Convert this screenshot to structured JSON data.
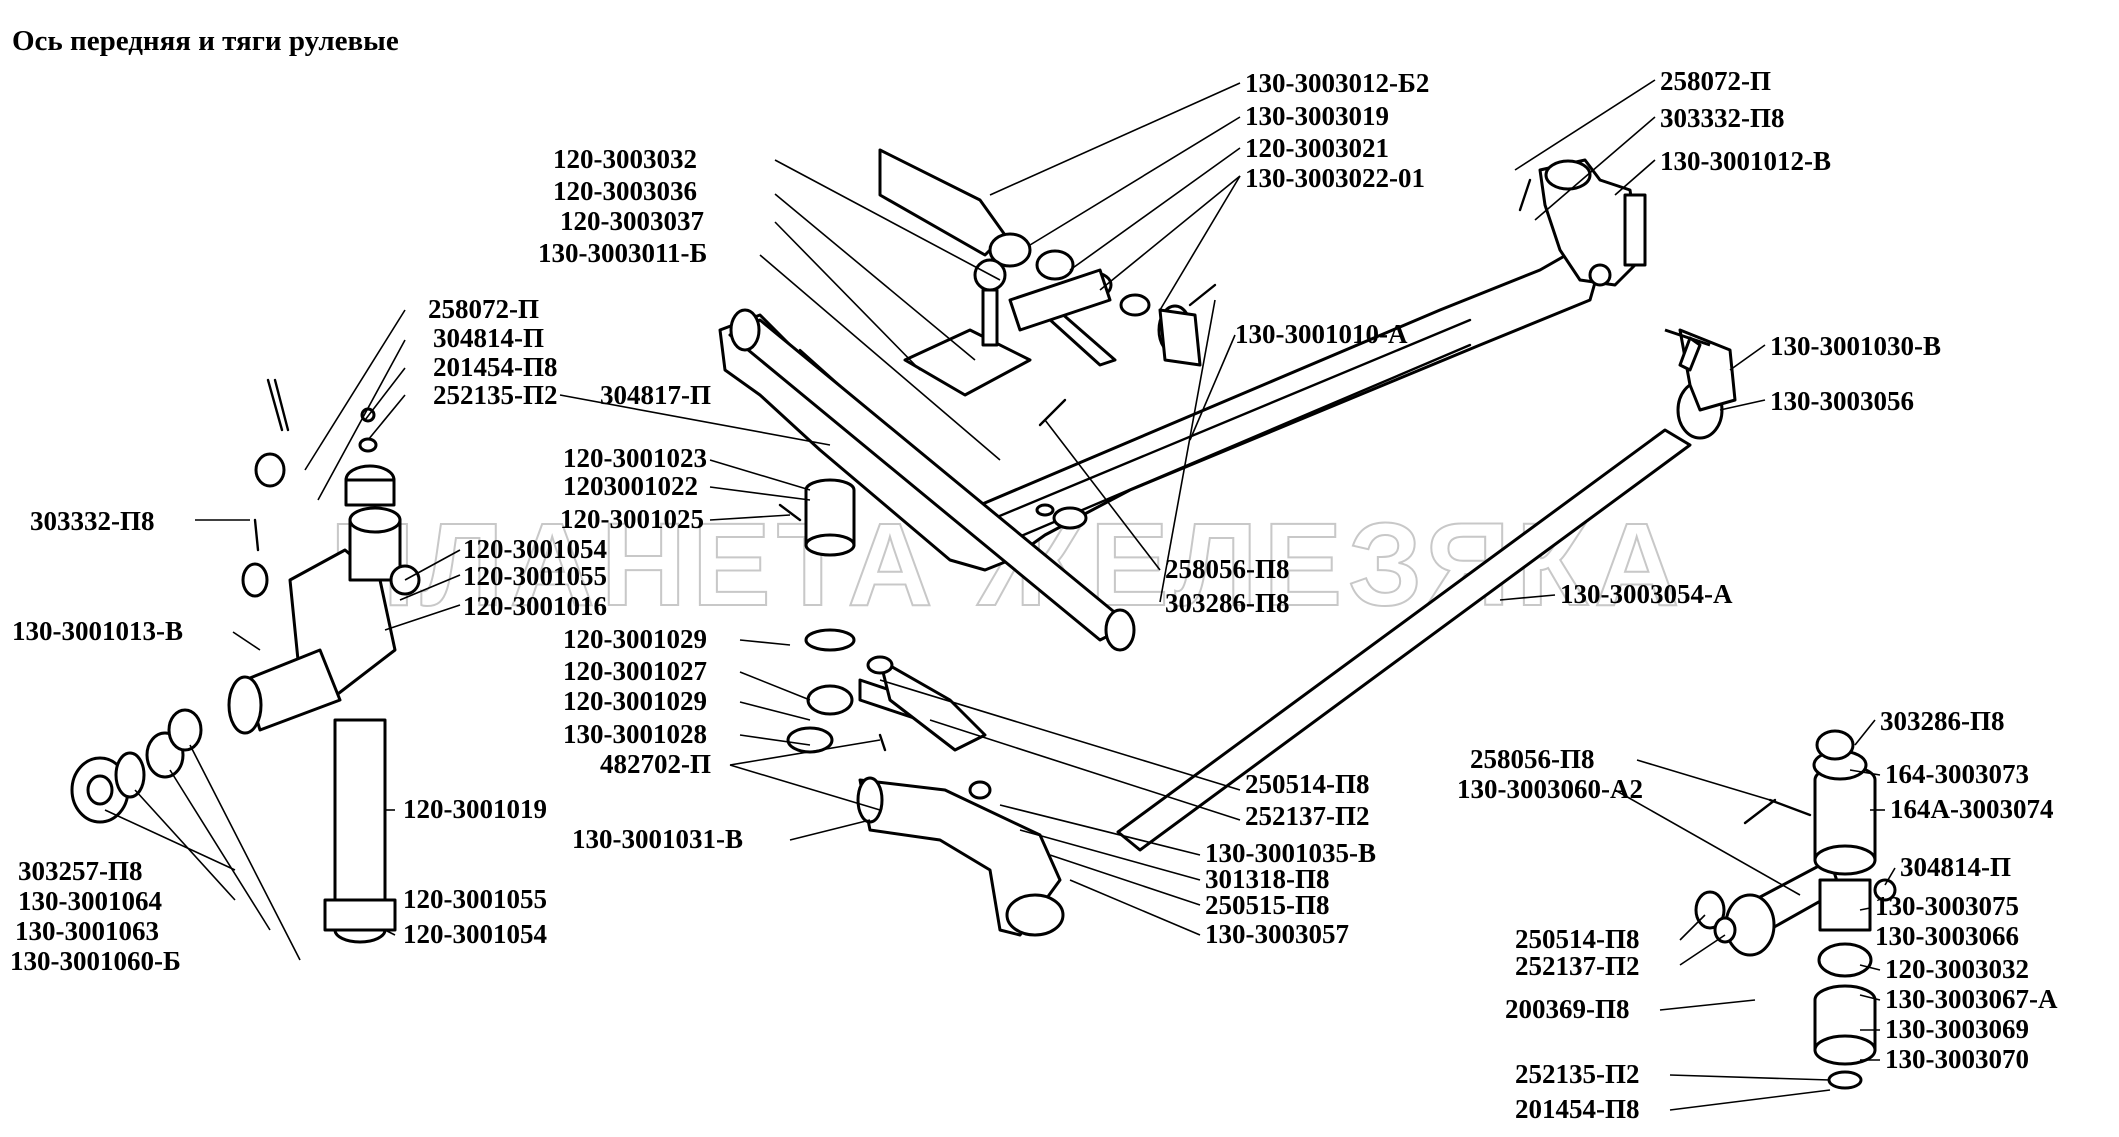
{
  "title": "Ось передняя и тяги рулевые",
  "watermark": "ПЛАНЕТА ЖЕЛЕЗЯКА",
  "labels": {
    "l_130_3003012_b2": "130-3003012-Б2",
    "l_130_3003019": "130-3003019",
    "l_120_3003021": "120-3003021",
    "l_130_3003022_01": "130-3003022-01",
    "l_120_3003032_top": "120-3003032",
    "l_120_3003036": "120-3003036",
    "l_120_3003037": "120-3003037",
    "l_130_3003011_b": "130-3003011-Б",
    "l_258072_p_top": "258072-П",
    "l_303332_p8_top": "303332-П8",
    "l_130_3001012_v": "130-3001012-В",
    "l_130_3001010_a": "130-3001010-А",
    "l_130_3001030_v": "130-3001030-В",
    "l_130_3003056": "130-3003056",
    "l_258072_p_left": "258072-П",
    "l_304814_p_left": "304814-П",
    "l_201454_p8_left": "201454-П8",
    "l_252135_p2_left": "252135-П2",
    "l_303332_p8_left": "303332-П8",
    "l_304817_p": "304817-П",
    "l_120_3001023": "120-3001023",
    "l_1203001022": "1203001022",
    "l_120_3001025": "120-3001025",
    "l_120_3001054_mid": "120-3001054",
    "l_120_3001055_mid": "120-3001055",
    "l_120_3001016": "120-3001016",
    "l_258056_p8_mid": "258056-П8",
    "l_303286_p8_mid": "303286-П8",
    "l_130_3003054_a": "130-3003054-А",
    "l_130_3001013_v": "130-3001013-В",
    "l_120_3001029_a": "120-3001029",
    "l_120_3001027": "120-3001027",
    "l_120_3001029_b": "120-3001029",
    "l_130_3001028": "130-3001028",
    "l_482702_p": "482702-П",
    "l_250514_p8_mid": "250514-П8",
    "l_252137_p2_mid": "252137-П2",
    "l_120_3001019": "120-3001019",
    "l_130_3001031_v": "130-3001031-В",
    "l_130_3001035_v": "130-3001035-В",
    "l_301318_p8": "301318-П8",
    "l_250515_p8": "250515-П8",
    "l_130_3003057": "130-3003057",
    "l_120_3001055_bot": "120-3001055",
    "l_120_3001054_bot": "120-3001054",
    "l_303257_p8": "303257-П8",
    "l_130_3001064": "130-3001064",
    "l_130_3001063": "130-3001063",
    "l_130_3001060_b": "130-3001060-Б",
    "l_303286_p8_right": "303286-П8",
    "l_258056_p8_right": "258056-П8",
    "l_164_3003073": "164-3003073",
    "l_130_3003060_a2": "130-3003060-А2",
    "l_164a_3003074": "164А-3003074",
    "l_304814_p_right": "304814-П",
    "l_130_3003075": "130-3003075",
    "l_130_3003066": "130-3003066",
    "l_250514_p8_right": "250514-П8",
    "l_252137_p2_right": "252137-П2",
    "l_120_3003032_right": "120-3003032",
    "l_130_3003067_a": "130-3003067-А",
    "l_200369_p8": "200369-П8",
    "l_130_3003069": "130-3003069",
    "l_130_3003070": "130-3003070",
    "l_252135_p2_right": "252135-П2",
    "l_201454_p8_right": "201454-П8"
  }
}
